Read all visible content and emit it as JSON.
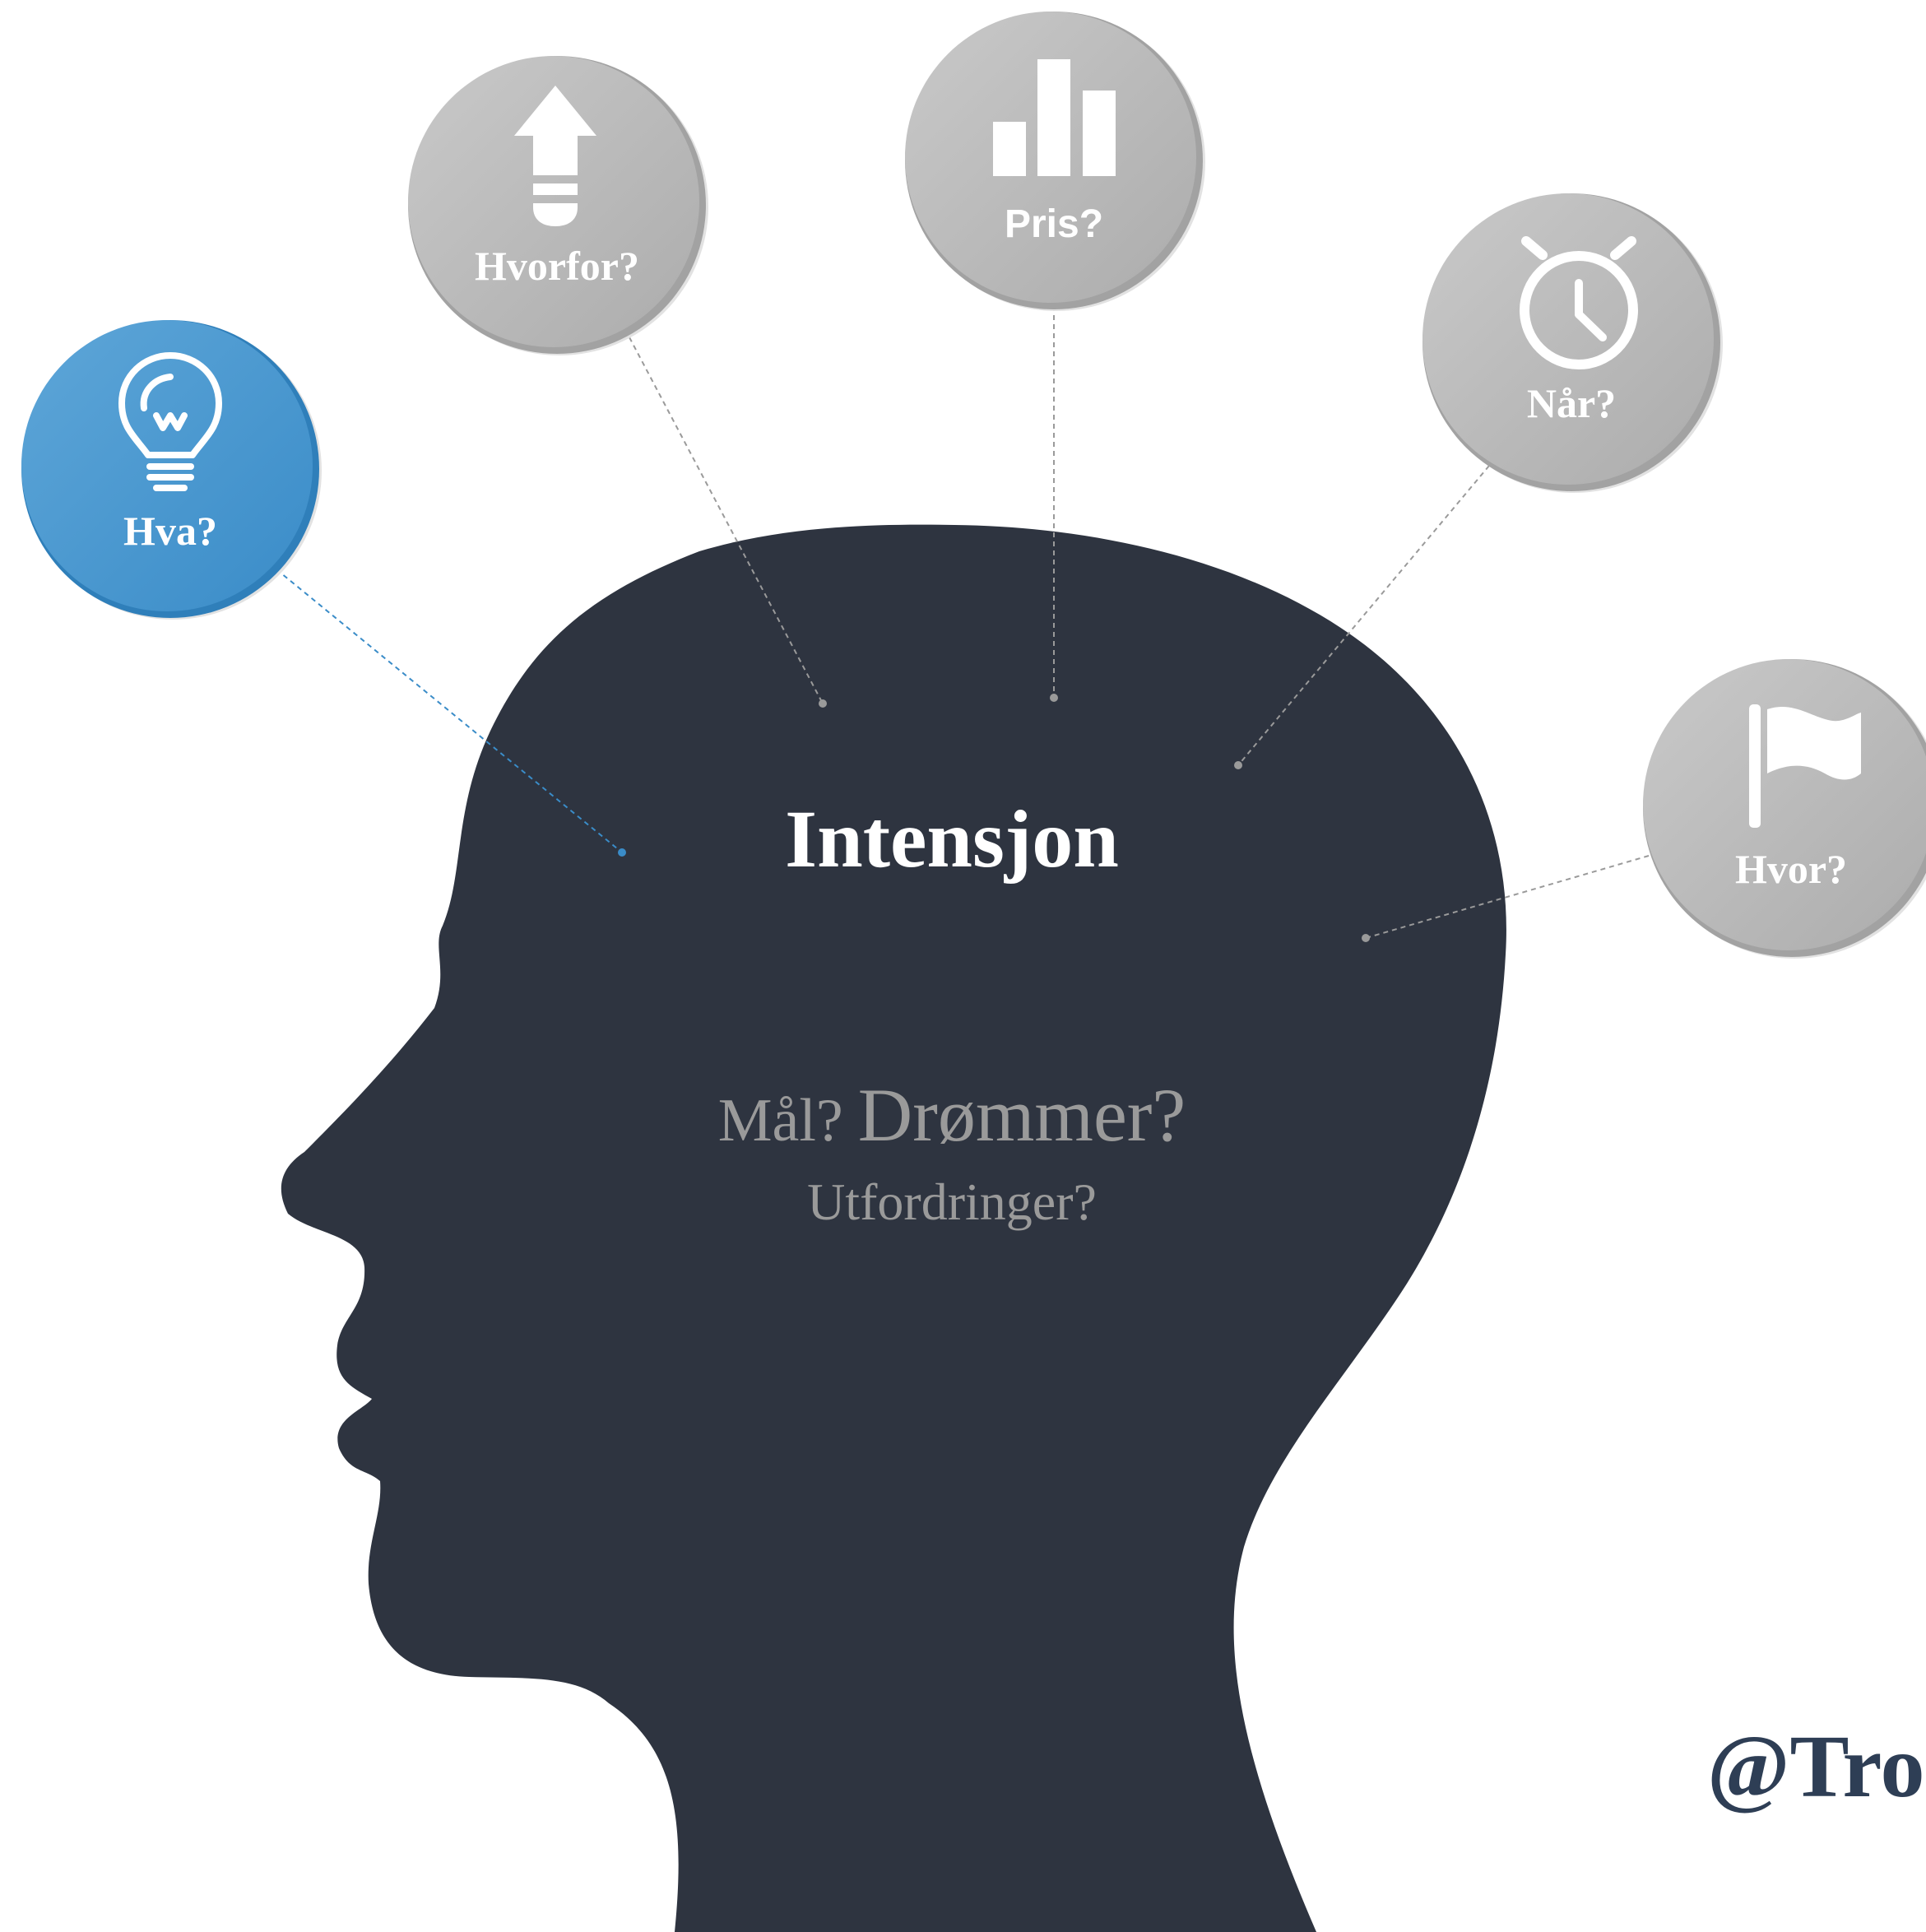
{
  "title": "Intensjon",
  "subtitle_line1_small": "Mål?",
  "subtitle_line1_large": "Drømmer?",
  "subtitle_line2": "Utfordringer?",
  "watermark": "@Tro",
  "colors": {
    "head": "#2e3440",
    "accent_blue": "#3a8cc8",
    "bubble_gray": "#b4b4b4",
    "muted_text": "#9a9a9a",
    "watermark": "#2e3e55"
  },
  "bubbles": [
    {
      "id": "hva",
      "label": "Hva?",
      "icon": "lightbulb-icon",
      "highlight": true
    },
    {
      "id": "hvorfor",
      "label": "Hvorfor?",
      "icon": "arrow-up-icon",
      "highlight": false
    },
    {
      "id": "pris",
      "label": "Pris?",
      "icon": "bar-chart-icon",
      "highlight": false
    },
    {
      "id": "nar",
      "label": "Når?",
      "icon": "stopwatch-icon",
      "highlight": false
    },
    {
      "id": "hvor",
      "label": "Hvor?",
      "icon": "flag-icon",
      "highlight": false
    }
  ]
}
